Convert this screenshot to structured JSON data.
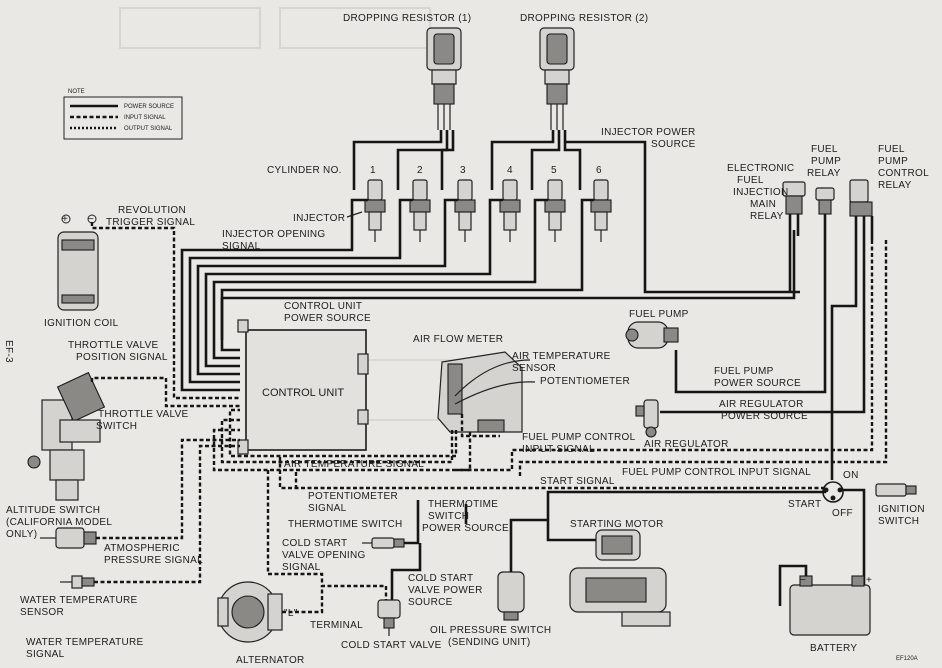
{
  "diagram": {
    "note": {
      "title": "NOTE",
      "legend": [
        "POWER SOURCE",
        "INPUT SIGNAL",
        "OUTPUT SIGNAL"
      ]
    },
    "page_marker": "EF-3",
    "figure_code": "EF120A",
    "labels": {
      "dropping_resistor_1": "DROPPING RESISTOR (1)",
      "dropping_resistor_2": "DROPPING RESISTOR (2)",
      "injector_power_source": [
        "INJECTOR POWER",
        "SOURCE"
      ],
      "cylinder_no": "CYLINDER NO.",
      "cylinders": [
        "1",
        "2",
        "3",
        "4",
        "5",
        "6"
      ],
      "injector": "INJECTOR",
      "injector_opening_signal": [
        "INJECTOR OPENING",
        "SIGNAL"
      ],
      "revolution_trigger_signal": [
        "REVOLUTION",
        "TRIGGER SIGNAL"
      ],
      "ignition_coil": "IGNITION COIL",
      "efi_main_relay": [
        "ELECTRONIC",
        "FUEL",
        "INJECTION",
        "MAIN",
        "RELAY"
      ],
      "fuel_pump_relay": [
        "FUEL",
        "PUMP",
        "RELAY"
      ],
      "fuel_pump_control_relay": [
        "FUEL",
        "PUMP",
        "CONTROL",
        "RELAY"
      ],
      "control_unit_power_source": [
        "CONTROL UNIT",
        "POWER SOURCE"
      ],
      "fuel_pump": "FUEL PUMP",
      "throttle_valve_position_signal": [
        "THROTTLE VALVE",
        "POSITION SIGNAL"
      ],
      "air_flow_meter": "AIR FLOW METER",
      "air_temperature_sensor": [
        "AIR TEMPERATURE",
        "SENSOR"
      ],
      "potentiometer": "POTENTIOMETER",
      "control_unit": "CONTROL UNIT",
      "fuel_pump_power_source": [
        "FUEL PUMP",
        "POWER SOURCE"
      ],
      "throttle_valve_switch": [
        "THROTTLE VALVE",
        "SWITCH"
      ],
      "air_regulator_power_source": [
        "AIR REGULATOR",
        "POWER SOURCE"
      ],
      "fuel_pump_control_input_signal_1": [
        "FUEL PUMP CONTROL",
        "INPUT SIGNAL"
      ],
      "air_regulator": "AIR REGULATOR",
      "air_temperature_signal": "AIR TEMPERATURE SIGNAL",
      "fuel_pump_control_input_signal_2": "FUEL PUMP CONTROL INPUT SIGNAL",
      "altitude_switch": [
        "ALTITUDE SWITCH",
        "(CALIFORNIA MODEL",
        "ONLY)"
      ],
      "start_signal": "START SIGNAL",
      "potentiometer_signal": [
        "POTENTIOMETER",
        "SIGNAL"
      ],
      "start": "START",
      "on": "ON",
      "off": "OFF",
      "ignition_switch": [
        "IGNITION",
        "SWITCH"
      ],
      "thermotime_switch": "THERMOTIME SWITCH",
      "thermotime_switch_power_source": [
        "THERMOTIME",
        "SWITCH",
        "POWER SOURCE"
      ],
      "starting_motor": "STARTING MOTOR",
      "atmospheric_pressure_signal": [
        "ATMOSPHERIC",
        "PRESSURE SIGNAL"
      ],
      "cold_start_valve_opening_signal": [
        "COLD START",
        "VALVE OPENING",
        "SIGNAL"
      ],
      "water_temperature_sensor": [
        "WATER TEMPERATURE",
        "SENSOR"
      ],
      "cold_start_valve_power_source": [
        "COLD START",
        "VALVE POWER",
        "SOURCE"
      ],
      "l_terminal": [
        "\"L\"",
        "TERMINAL"
      ],
      "water_temperature_signal": [
        "WATER TEMPERATURE",
        "SIGNAL"
      ],
      "oil_pressure_switch": [
        "OIL PRESSURE SWITCH",
        "(SENDING UNIT)"
      ],
      "battery": "BATTERY",
      "cold_start_valve": "COLD START VALVE",
      "alternator": "ALTERNATOR"
    }
  }
}
